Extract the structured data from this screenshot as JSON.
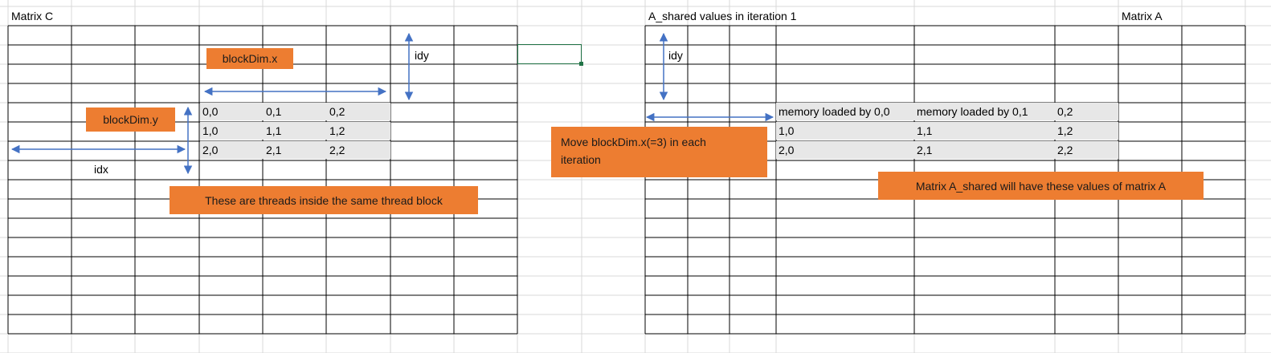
{
  "left_table": {
    "title": "Matrix C",
    "threads": [
      [
        "0,0",
        "0,1",
        "0,2"
      ],
      [
        "1,0",
        "1,1",
        "1,2"
      ],
      [
        "2,0",
        "2,1",
        "2,2"
      ]
    ],
    "label_idy": "idy",
    "label_idx": "idx",
    "callout_blockdim_x": "blockDim.x",
    "callout_blockdim_y": "blockDim.y",
    "callout_threads": "These are threads inside the same thread block"
  },
  "right_table": {
    "title": "A_shared values in iteration 1",
    "title_right": "Matrix A",
    "label_idy": "idy",
    "threads": [
      [
        "memory loaded by 0,0",
        "memory loaded by  0,1",
        "0,2"
      ],
      [
        "1,0",
        "1,1",
        "1,2"
      ],
      [
        "2,0",
        "2,1",
        "2,2"
      ]
    ],
    "callout_move_line1": "Move blockDim.x(=3) in each",
    "callout_move_line2": "iteration",
    "callout_shared": "Matrix A_shared will have these values  of matrix A"
  },
  "colors": {
    "callout": "#ed7d31",
    "arrow": "#4472c4",
    "grid_light": "#d9d9d9",
    "border": "#000000",
    "shade": "#e7e7e7",
    "selection": "#217346"
  }
}
